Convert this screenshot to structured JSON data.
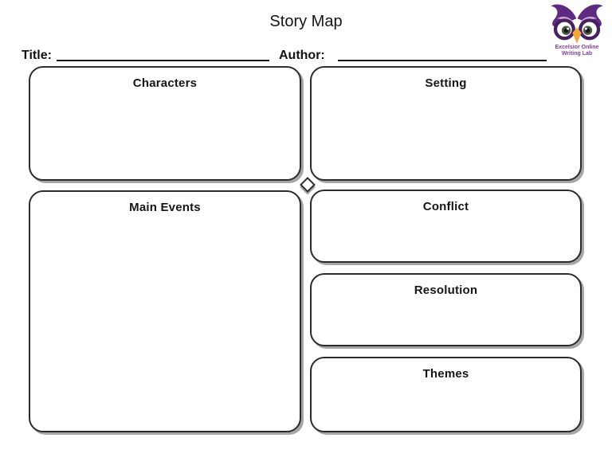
{
  "page": {
    "title": "Story Map"
  },
  "logo": {
    "icon": "owl-icon",
    "text_line1": "Excelsior Online",
    "text_line2": "Writing Lab"
  },
  "fields": {
    "title_label": "Title:",
    "author_label": "Author:"
  },
  "boxes": [
    {
      "id": "characters",
      "label": "Characters"
    },
    {
      "id": "setting",
      "label": "Setting"
    },
    {
      "id": "main_events",
      "label": "Main Events"
    },
    {
      "id": "conflict",
      "label": "Conflict"
    },
    {
      "id": "resolution",
      "label": "Resolution"
    },
    {
      "id": "themes",
      "label": "Themes"
    }
  ],
  "colors": {
    "box_border": "#2b2b2b",
    "box_shadow": "#a6a6a6",
    "text": "#141414",
    "line": "#151515",
    "logo_purple_dark": "#47215f",
    "logo_purple": "#5f2b82",
    "logo_lavender": "#c7a5d6",
    "logo_beak_orange": "#f3a73e",
    "logo_text_purple": "#7b3f9a"
  }
}
